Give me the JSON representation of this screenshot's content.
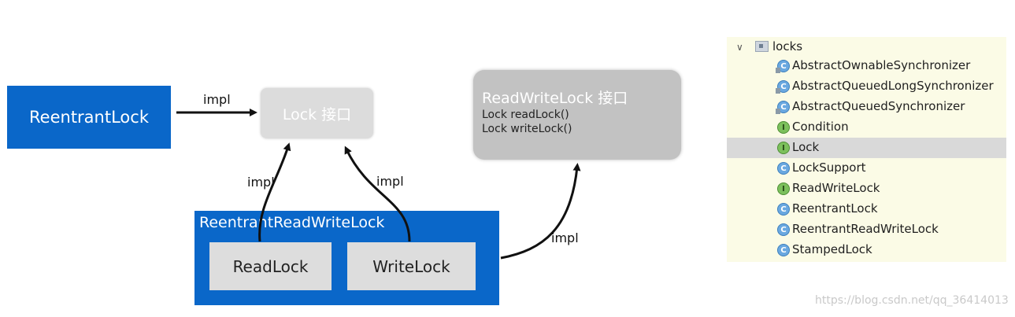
{
  "diagram": {
    "reentrant_lock": "ReentrantLock",
    "lock_interface": "Lock 接口",
    "readwrite_interface": {
      "title": "ReadWriteLock 接口",
      "method1": "Lock readLock()",
      "method2": "Lock writeLock()"
    },
    "rrwl_title": "ReentrantReadWriteLock",
    "read_lock": "ReadLock",
    "write_lock": "WriteLock",
    "impl_labels": [
      "impl",
      "impl",
      "impl",
      "impl"
    ]
  },
  "tree": {
    "root": "locks",
    "items": [
      {
        "label": "AbstractOwnableSynchronizer",
        "kind": "C"
      },
      {
        "label": "AbstractQueuedLongSynchronizer",
        "kind": "C"
      },
      {
        "label": "AbstractQueuedSynchronizer",
        "kind": "C"
      },
      {
        "label": "Condition",
        "kind": "I"
      },
      {
        "label": "Lock",
        "kind": "I"
      },
      {
        "label": "LockSupport",
        "kind": "C"
      },
      {
        "label": "ReadWriteLock",
        "kind": "I"
      },
      {
        "label": "ReentrantLock",
        "kind": "C"
      },
      {
        "label": "ReentrantReadWriteLock",
        "kind": "C"
      },
      {
        "label": "StampedLock",
        "kind": "C"
      }
    ]
  },
  "watermark": "https://blog.csdn.net/qq_36414013"
}
